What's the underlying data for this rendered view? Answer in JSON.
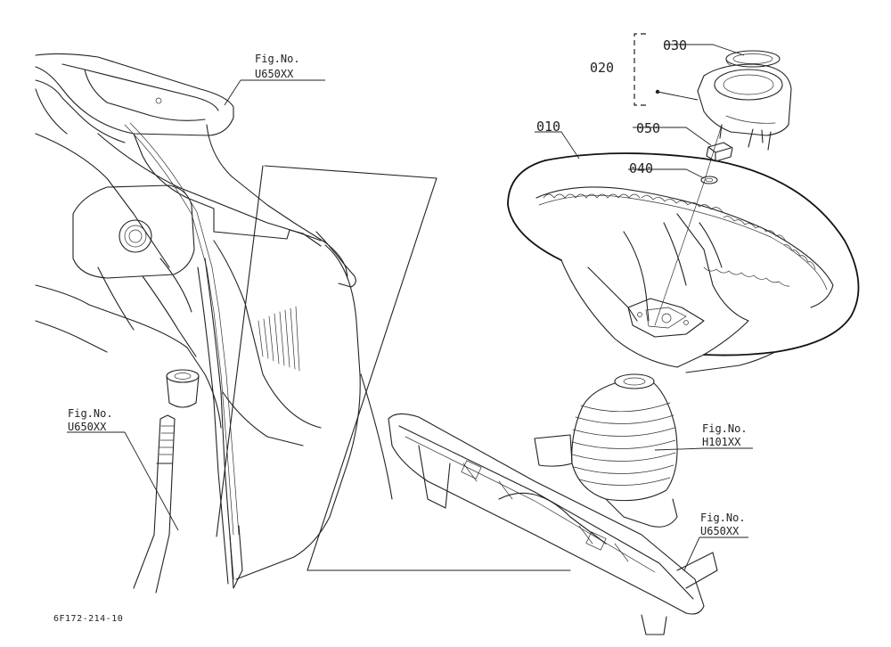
{
  "diagram": {
    "parts": {
      "p010": "010",
      "p020": "020",
      "p030": "030",
      "p040": "040",
      "p050": "050"
    },
    "figrefs": {
      "top_left": {
        "label": "Fig.No.",
        "code": "U650XX"
      },
      "mid_left": {
        "label": "Fig.No.",
        "code": "U650XX"
      },
      "right_h101": {
        "label": "Fig.No.",
        "code": "H101XX"
      },
      "right_bottom": {
        "label": "Fig.No.",
        "code": "U650XX"
      }
    },
    "footer_code": "6F172-214-10"
  }
}
